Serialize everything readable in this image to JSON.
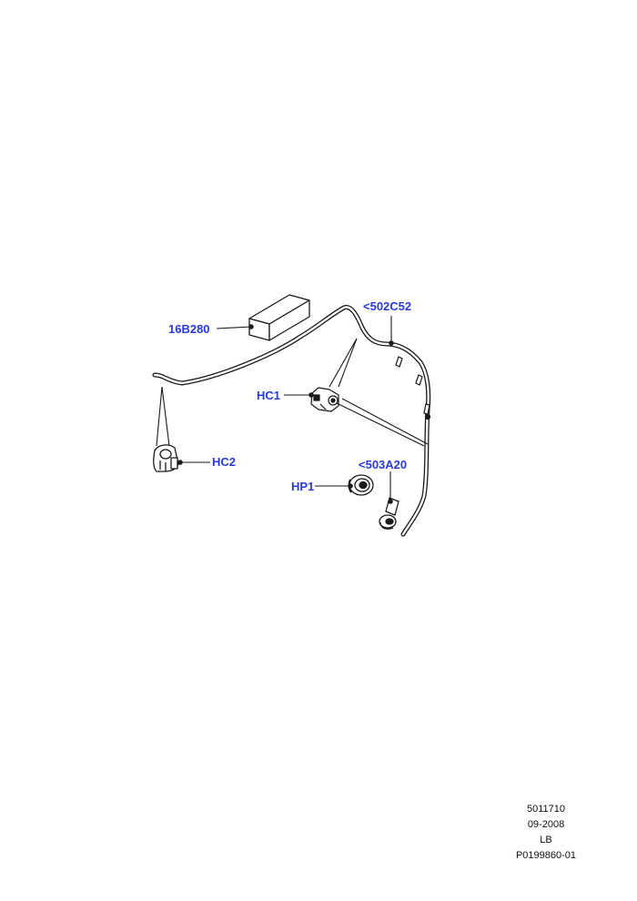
{
  "callouts": {
    "part_16b280": "16B280",
    "part_502c52": "<502C52",
    "part_hc1": "HC1",
    "part_hc2": "HC2",
    "part_503a20": "<503A20",
    "part_hp1": "HP1"
  },
  "reference": {
    "drawing_number": "5011710",
    "date": "09-2008",
    "code": "LB",
    "part_reference": "P0199860-01"
  },
  "colors": {
    "callout_text": "#2b3bd6",
    "line_art": "#1a1a1a"
  }
}
